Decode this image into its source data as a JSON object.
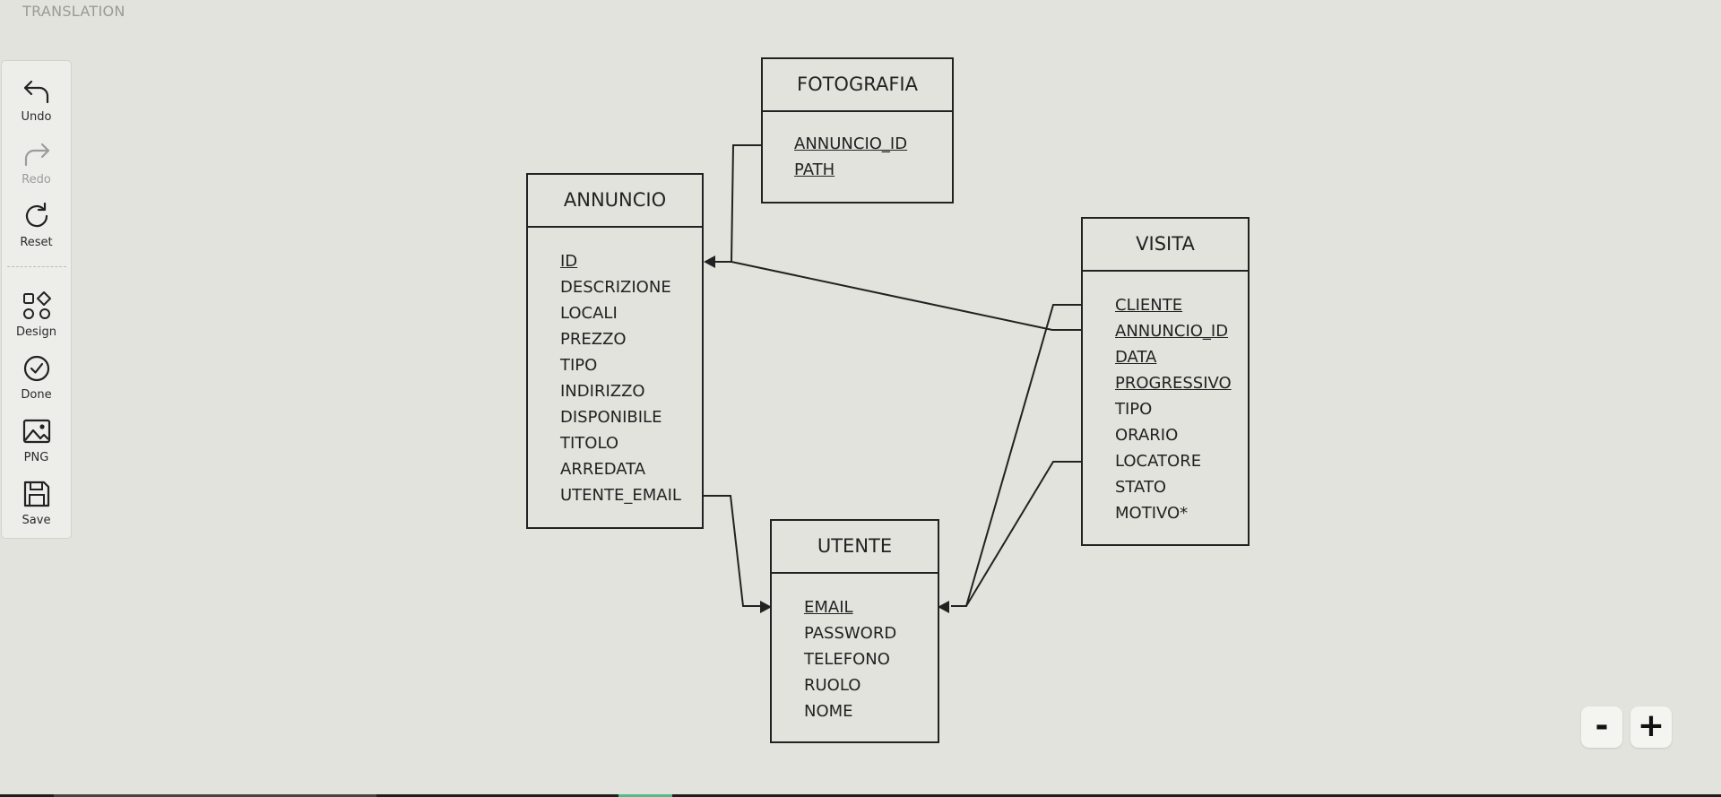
{
  "header": {
    "label": "TRANSLATION"
  },
  "toolbar": {
    "undo": "Undo",
    "redo": "Redo",
    "reset": "Reset",
    "design": "Design",
    "done": "Done",
    "png": "PNG",
    "save": "Save"
  },
  "entities": {
    "fotografia": {
      "name": "FOTOGRAFIA",
      "attrs": [
        "ANNUNCIO_ID",
        "PATH"
      ],
      "keys": [
        "ANNUNCIO_ID",
        "PATH"
      ]
    },
    "annuncio": {
      "name": "ANNUNCIO",
      "attrs": [
        "ID",
        "DESCRIZIONE",
        "LOCALI",
        "PREZZO",
        "TIPO",
        "INDIRIZZO",
        "DISPONIBILE",
        "TITOLO",
        "ARREDATA",
        "UTENTE_EMAIL"
      ],
      "keys": [
        "ID"
      ]
    },
    "visita": {
      "name": "VISITA",
      "attrs": [
        "CLIENTE",
        "ANNUNCIO_ID",
        "DATA",
        "PROGRESSIVO",
        "TIPO",
        "ORARIO",
        "LOCATORE",
        "STATO",
        "MOTIVO*"
      ],
      "keys": [
        "CLIENTE",
        "ANNUNCIO_ID",
        "DATA",
        "PROGRESSIVO"
      ]
    },
    "utente": {
      "name": "UTENTE",
      "attrs": [
        "EMAIL",
        "PASSWORD",
        "TELEFONO",
        "RUOLO",
        "NOME"
      ],
      "keys": [
        "EMAIL"
      ]
    }
  },
  "zoom": {
    "out": "-",
    "in": "+"
  }
}
